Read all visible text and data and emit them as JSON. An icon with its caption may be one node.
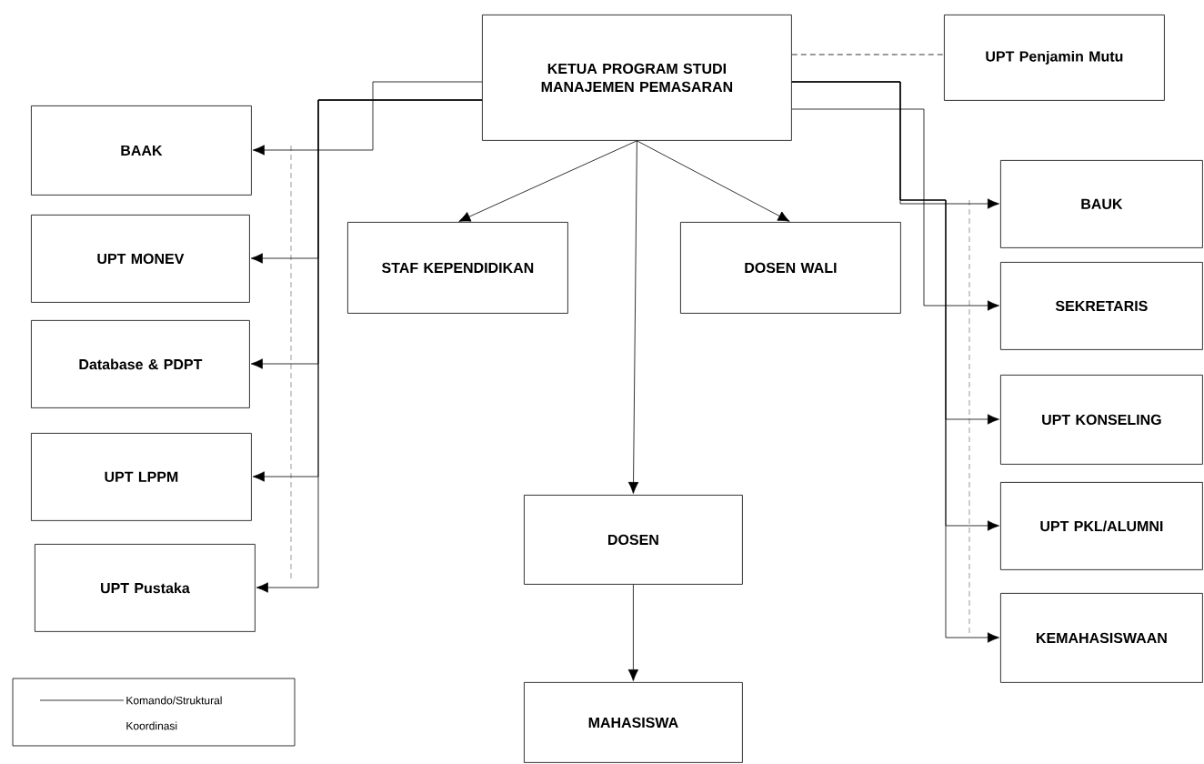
{
  "diagram": {
    "nodes": [
      {
        "text": [
          "KETUA PROGRAM STUDI MANAJEMEN PEMASARAN"
        ]
      },
      {
        "text": [
          "UPT Penjamin Mutu"
        ]
      },
      {
        "text": [
          "BAAK"
        ]
      },
      {
        "text": [
          "UPT MONEV"
        ]
      },
      {
        "text": [
          "Database & PDPT"
        ]
      },
      {
        "text": [
          "UPT LPPM"
        ]
      },
      {
        "text": [
          "UPT Pustaka"
        ]
      },
      {
        "text": [
          "STAF KEPENDIDIKAN"
        ]
      },
      {
        "text": [
          "DOSEN WALI"
        ]
      },
      {
        "text": [
          "DOSEN"
        ]
      },
      {
        "text": [
          "MAHASISWA"
        ]
      },
      {
        "text": [
          "BAUK"
        ]
      },
      {
        "text": [
          "SEKRETARIS"
        ]
      },
      {
        "text": [
          "UPT KONSELING"
        ]
      },
      {
        "text": [
          "UPT PKL/ALUMNI"
        ]
      },
      {
        "text": [
          "KEMAHASISWAAN"
        ]
      }
    ],
    "edges": [
      {
        "from": 0,
        "to": 1,
        "arrow": "none",
        "style": "dashed"
      },
      {
        "from": 0,
        "to": 2,
        "arrow": "to"
      },
      {
        "from": 0,
        "to": 3,
        "arrow": "to"
      },
      {
        "from": 0,
        "to": 4,
        "arrow": "to"
      },
      {
        "from": 0,
        "to": 5,
        "arrow": "to"
      },
      {
        "from": 0,
        "to": 6,
        "arrow": "to"
      },
      {
        "from": 0,
        "to": 7,
        "arrow": "to"
      },
      {
        "from": 0,
        "to": 8,
        "arrow": "to"
      },
      {
        "from": 0,
        "to": 9,
        "arrow": "to"
      },
      {
        "from": 9,
        "to": 10,
        "arrow": "to"
      },
      {
        "from": 0,
        "to": 11,
        "arrow": "to"
      },
      {
        "from": 0,
        "to": 12,
        "arrow": "to"
      },
      {
        "from": 0,
        "to": 13,
        "arrow": "to"
      },
      {
        "from": 0,
        "to": 14,
        "arrow": "to"
      },
      {
        "from": 0,
        "to": 15,
        "arrow": "to"
      }
    ],
    "legend": [
      {
        "text": "Komando/Struktural"
      },
      {
        "text": "Koordinasi"
      }
    ]
  }
}
